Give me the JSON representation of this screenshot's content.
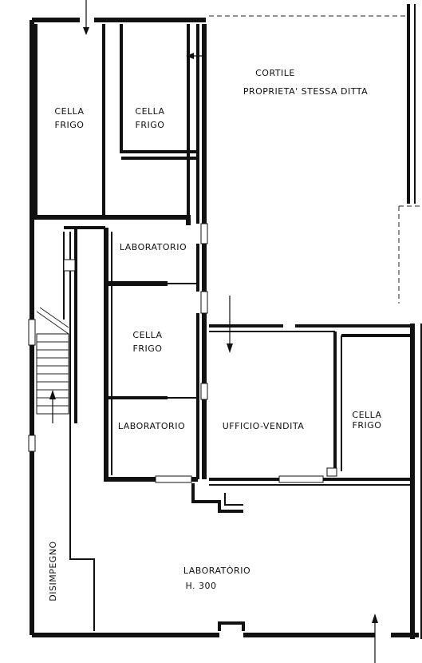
{
  "rooms": {
    "cortile": {
      "line1": "CORTILE",
      "line2": "PROPRIETA' STESSA DITTA"
    },
    "cella_frigo_1": {
      "line1": "CELLA",
      "line2": "FRIGO"
    },
    "cella_frigo_2": {
      "line1": "CELLA",
      "line2": "FRIGO"
    },
    "laboratorio_1": {
      "label": "LABORATORIO"
    },
    "cella_frigo_3": {
      "line1": "CELLA",
      "line2": "FRIGO"
    },
    "laboratorio_2": {
      "label": "LABORATORIO"
    },
    "ufficio_vendita": {
      "label": "UFFICIO-VENDITA"
    },
    "cella_frigo_4": {
      "line1": "CELLA",
      "line2": "FRIGO"
    },
    "laboratorio_main": {
      "line1": "LABORATÒRIO",
      "line2": "H. 300"
    },
    "disimpegno": {
      "label": "DISIMPEGNO"
    }
  }
}
